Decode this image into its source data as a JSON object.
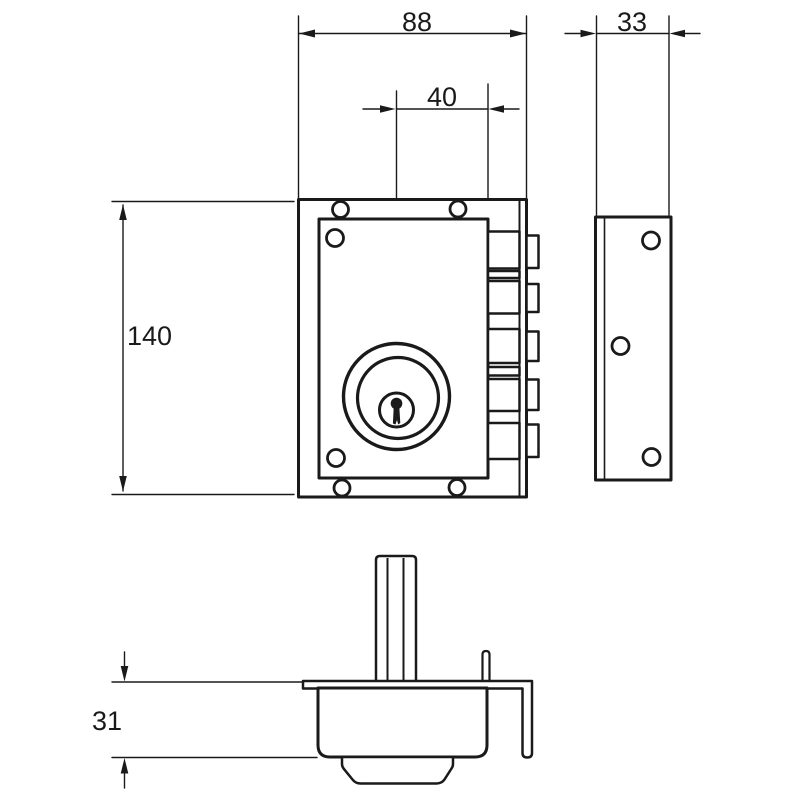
{
  "drawing": {
    "dimension_labels": {
      "body_width": "88",
      "cylinder_offset": "40",
      "side_plate_width": "33",
      "body_height": "140",
      "case_depth": "31"
    },
    "colors": {
      "ink": "#1a1a1a",
      "paper": "#ffffff"
    }
  }
}
